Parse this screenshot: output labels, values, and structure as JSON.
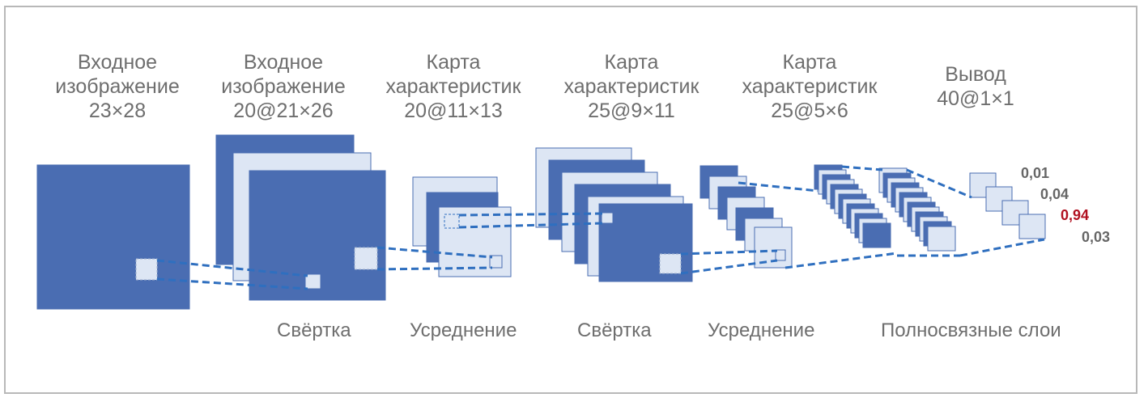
{
  "labels": {
    "input": [
      "Входное",
      "изображение",
      "23×28"
    ],
    "conv1": [
      "Входное",
      "изображение",
      "20@21×26"
    ],
    "pool1": [
      "Карта",
      "характеристик",
      "20@11×13"
    ],
    "conv2": [
      "Карта",
      "характеристик",
      "25@9×11"
    ],
    "pool2": [
      "Карта",
      "характеристик",
      "25@5×6"
    ],
    "output": [
      "Вывод",
      "40@1×1"
    ]
  },
  "operations": {
    "conv_a": "Свёртка",
    "pool_a": "Усреднение",
    "conv_b": "Свёртка",
    "pool_b": "Усреднение",
    "fc": "Полносвязные слои"
  },
  "outputs": [
    {
      "value": "0,01",
      "color": "#666666"
    },
    {
      "value": "0,04",
      "color": "#666666"
    },
    {
      "value": "0,94",
      "color": "#b01020"
    },
    {
      "value": "0,03",
      "color": "#666666"
    }
  ],
  "colors": {
    "dark": "#4a6db2",
    "light": "#dde6f4",
    "line": "#2f6fbf",
    "text": "#6e6e6e",
    "frame": "#b8b8b8"
  }
}
